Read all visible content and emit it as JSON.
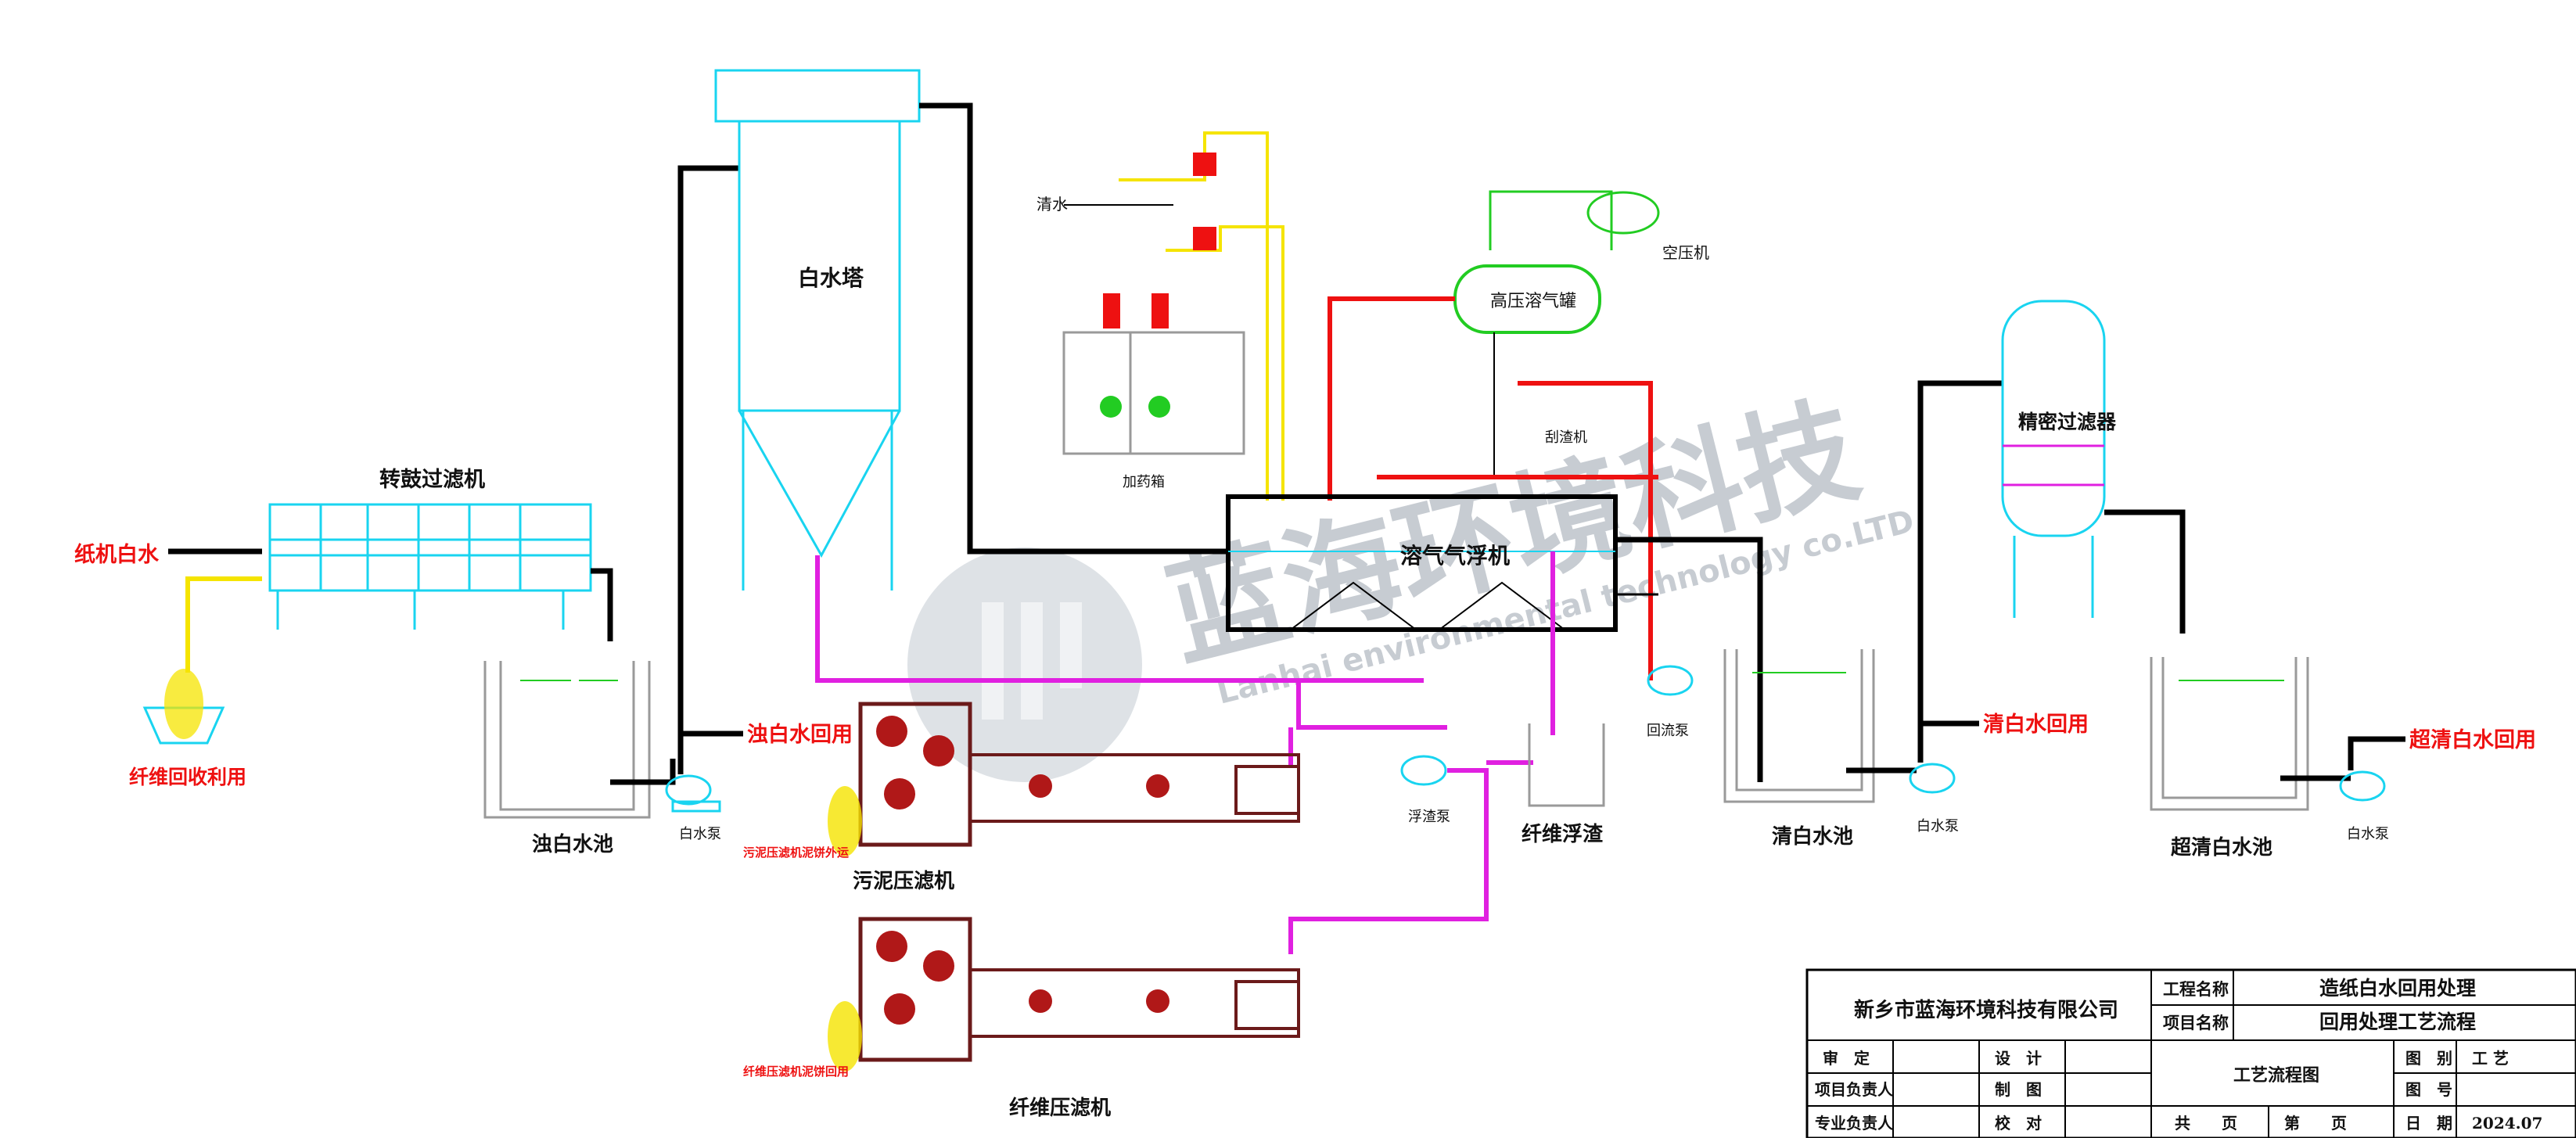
{
  "colors": {
    "pipe_black": "#000000",
    "pipe_cyan": "#19d4f0",
    "pipe_red": "#ee1111",
    "pipe_yellow": "#f5e400",
    "pipe_magenta": "#e020e0",
    "pipe_green": "#22cc22",
    "label_red": "#ee1111"
  },
  "labels": {
    "paper_white_water": "纸机白水",
    "drum_filter": "转鼓过滤机",
    "fiber_recovery": "纤维回收利用",
    "turbid_pool": "浊白水池",
    "white_water_pump": "白水泵",
    "turbid_reuse": "浊白水回用",
    "white_tower": "白水塔",
    "clear_water": "清水",
    "dosing_tank": "加药箱",
    "high_pressure_tank": "高压溶气罐",
    "air_compressor": "空压机",
    "scraper": "刮渣机",
    "daf": "溶气气浮机",
    "dissolved_pump": "回流泵",
    "float_pump": "浮渣泵",
    "fiber_float": "纤维浮渣",
    "sludge_press": "污泥压滤机",
    "fiber_press": "纤维压滤机",
    "press_note_1": "污泥压滤机泥饼外运",
    "press_note_2": "纤维压滤机泥饼回用",
    "clear_pool": "清白水池",
    "clear_reuse": "清白水回用",
    "precision_filter": "精密过滤器",
    "ultra_pool": "超清白水池",
    "ultra_reuse": "超清白水回用"
  },
  "watermark": {
    "brand": "蓝海环境科技",
    "english": "Lanhai environmental technology co.LTD"
  },
  "title_block": {
    "company": "新乡市蓝海环境科技有限公司",
    "project_name_label": "工程名称",
    "project_name": "造纸白水回用处理",
    "item_name_label": "项目名称",
    "item_name": "回用处理工艺流程",
    "approve": "审　定",
    "design": "设　计",
    "project_lead": "项目负责人",
    "draw": "制　图",
    "professional_lead": "专业负责人",
    "check": "校　对",
    "drawing_title": "工艺流程图",
    "category_label": "图　别",
    "category": "工 艺",
    "number_label": "图　号",
    "number": "",
    "total_pages": "共　　页",
    "page": "第　　页",
    "date_label": "日　期",
    "date": "2024.07"
  }
}
